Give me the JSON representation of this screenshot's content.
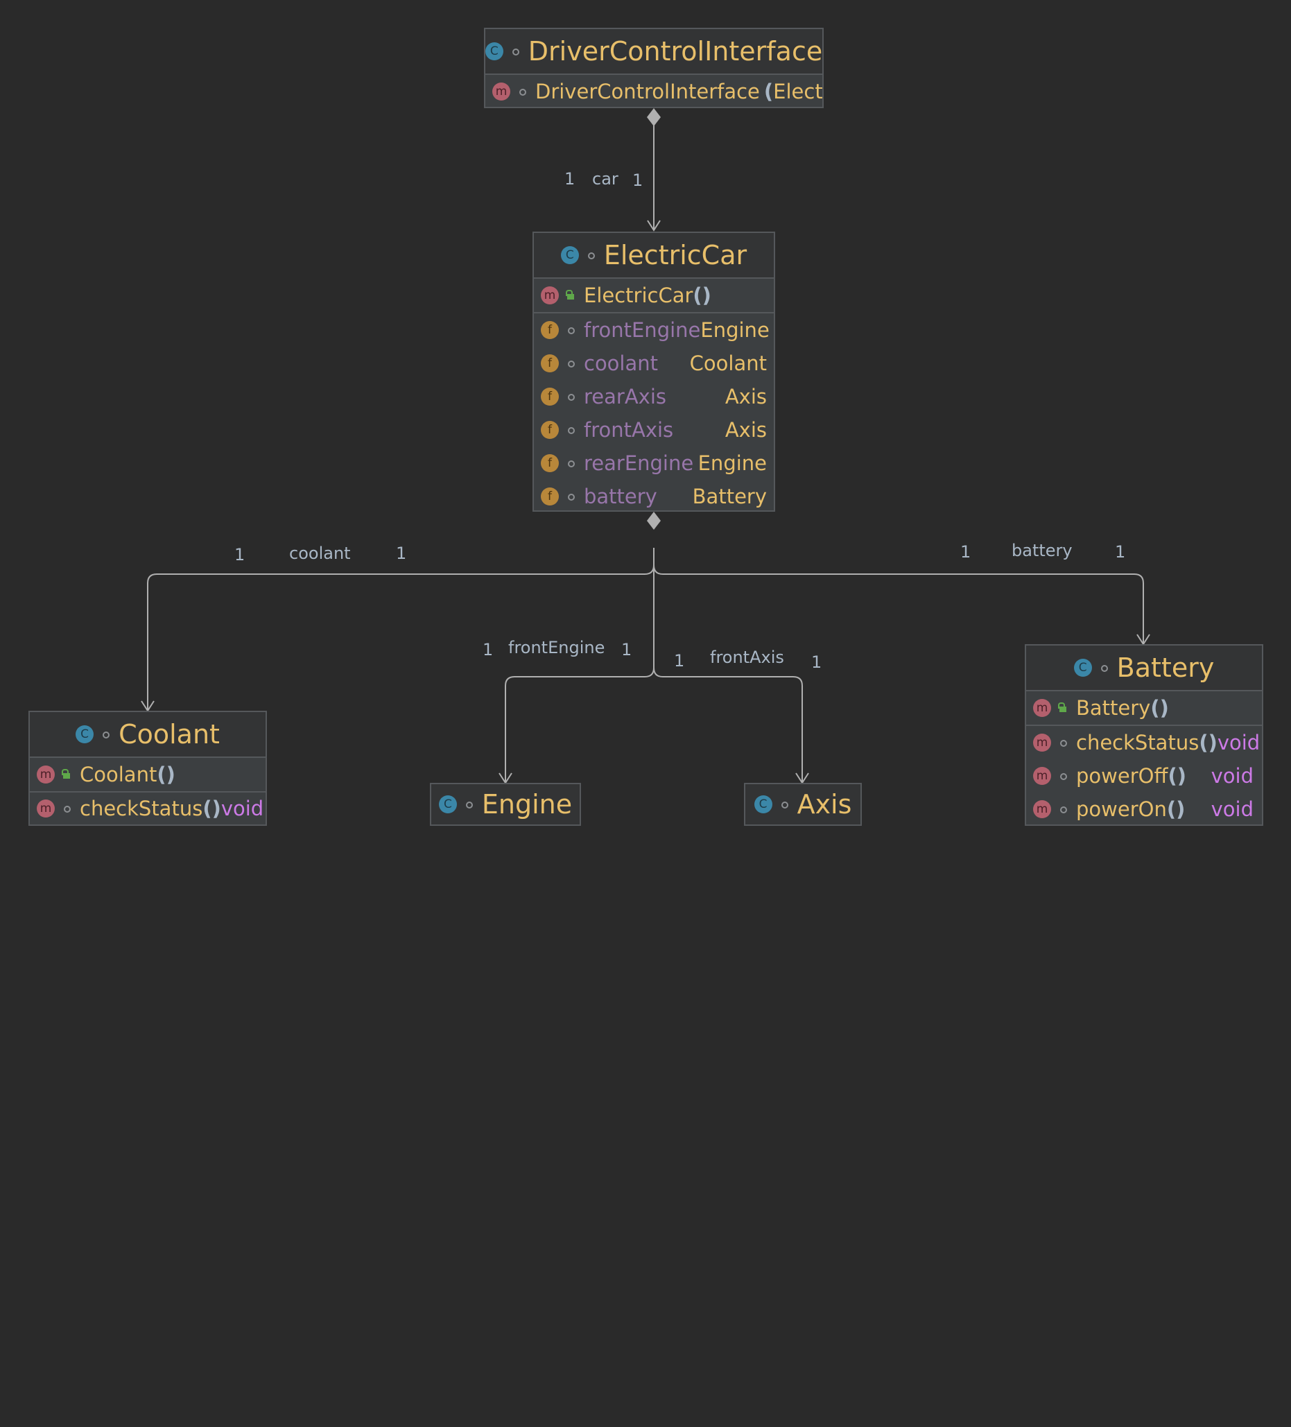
{
  "classes": {
    "driver": {
      "name": "DriverControlInterface",
      "constructor": {
        "name": "DriverControlInterface",
        "open_paren": "(",
        "param_type": "ElectricCar"
      }
    },
    "car": {
      "name": "ElectricCar",
      "constructor": {
        "name": "ElectricCar",
        "parens": "()"
      },
      "fields": [
        {
          "name": "frontEngine",
          "type": "Engine"
        },
        {
          "name": "coolant",
          "type": "Coolant"
        },
        {
          "name": "rearAxis",
          "type": "Axis"
        },
        {
          "name": "frontAxis",
          "type": "Axis"
        },
        {
          "name": "rearEngine",
          "type": "Engine"
        },
        {
          "name": "battery",
          "type": "Battery"
        }
      ]
    },
    "coolant": {
      "name": "Coolant",
      "constructor": {
        "name": "Coolant",
        "parens": "()"
      },
      "methods": [
        {
          "name": "checkStatus",
          "parens": "()",
          "returns": "void"
        }
      ]
    },
    "engine": {
      "name": "Engine"
    },
    "axis": {
      "name": "Axis"
    },
    "battery": {
      "name": "Battery",
      "constructor": {
        "name": "Battery",
        "parens": "()"
      },
      "methods": [
        {
          "name": "checkStatus",
          "parens": "()",
          "returns": "void"
        },
        {
          "name": "powerOff",
          "parens": "()",
          "returns": "void"
        },
        {
          "name": "powerOn",
          "parens": "()",
          "returns": "void"
        }
      ]
    }
  },
  "edges": {
    "car": {
      "role": "car",
      "source_mult": "1",
      "target_mult": "1"
    },
    "coolant": {
      "role": "coolant",
      "source_mult": "1",
      "target_mult": "1"
    },
    "battery": {
      "role": "battery",
      "source_mult": "1",
      "target_mult": "1"
    },
    "frontEngine": {
      "role": "frontEngine",
      "source_mult": "1",
      "target_mult": "1"
    },
    "frontAxis": {
      "role": "frontAxis",
      "source_mult": "1",
      "target_mult": "1"
    }
  },
  "icons": {
    "class": "C",
    "method": "m",
    "field": "f"
  },
  "colors": {
    "background": "#2a2a2a",
    "class_name": "#e8bf6a",
    "field_name": "#9876aa",
    "return_type": "#cc7ae6",
    "edge": "#b0b0b0"
  }
}
